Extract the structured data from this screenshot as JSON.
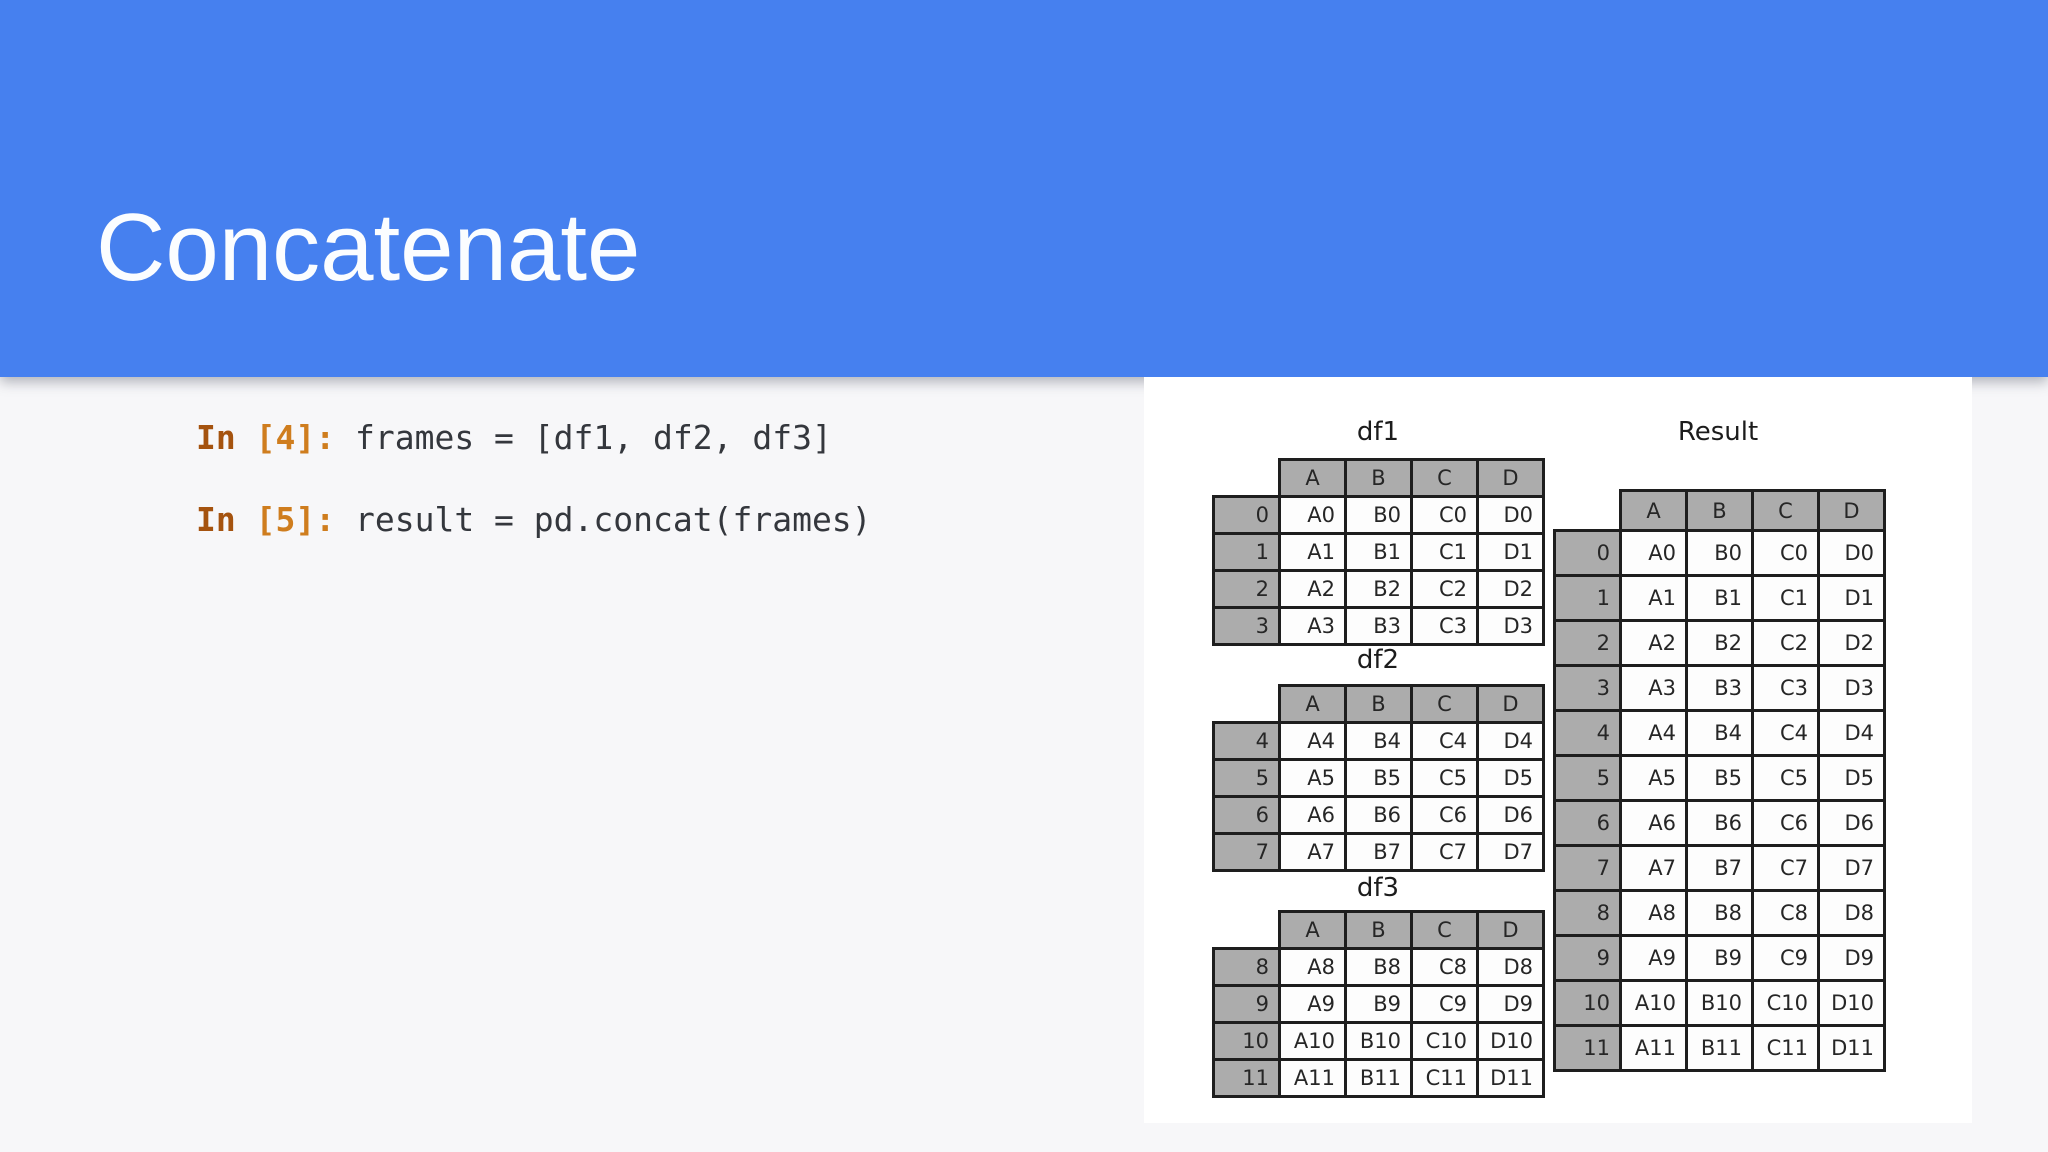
{
  "slide": {
    "title": "Concatenate"
  },
  "colors": {
    "header_band": "#4680ef",
    "prompt_in": "#a5530f",
    "prompt_bracket": "#cf7d1e",
    "table_gray": "#acacac"
  },
  "code": {
    "lines": [
      {
        "prompt_in": "In",
        "prompt_bracket": "[4]:",
        "source": "frames = [df1, df2, df3]"
      },
      {
        "prompt_in": "In",
        "prompt_bracket": "[5]:",
        "source": "result = pd.concat(frames)"
      }
    ]
  },
  "diagram": {
    "tables": [
      {
        "name": "df1",
        "columns": [
          "A",
          "B",
          "C",
          "D"
        ],
        "index": [
          "0",
          "1",
          "2",
          "3"
        ],
        "rows": [
          [
            "A0",
            "B0",
            "C0",
            "D0"
          ],
          [
            "A1",
            "B1",
            "C1",
            "D1"
          ],
          [
            "A2",
            "B2",
            "C2",
            "D2"
          ],
          [
            "A3",
            "B3",
            "C3",
            "D3"
          ]
        ]
      },
      {
        "name": "df2",
        "columns": [
          "A",
          "B",
          "C",
          "D"
        ],
        "index": [
          "4",
          "5",
          "6",
          "7"
        ],
        "rows": [
          [
            "A4",
            "B4",
            "C4",
            "D4"
          ],
          [
            "A5",
            "B5",
            "C5",
            "D5"
          ],
          [
            "A6",
            "B6",
            "C6",
            "D6"
          ],
          [
            "A7",
            "B7",
            "C7",
            "D7"
          ]
        ]
      },
      {
        "name": "df3",
        "columns": [
          "A",
          "B",
          "C",
          "D"
        ],
        "index": [
          "8",
          "9",
          "10",
          "11"
        ],
        "rows": [
          [
            "A8",
            "B8",
            "C8",
            "D8"
          ],
          [
            "A9",
            "B9",
            "C9",
            "D9"
          ],
          [
            "A10",
            "B10",
            "C10",
            "D10"
          ],
          [
            "A11",
            "B11",
            "C11",
            "D11"
          ]
        ]
      },
      {
        "name": "Result",
        "columns": [
          "A",
          "B",
          "C",
          "D"
        ],
        "index": [
          "0",
          "1",
          "2",
          "3",
          "4",
          "5",
          "6",
          "7",
          "8",
          "9",
          "10",
          "11"
        ],
        "rows": [
          [
            "A0",
            "B0",
            "C0",
            "D0"
          ],
          [
            "A1",
            "B1",
            "C1",
            "D1"
          ],
          [
            "A2",
            "B2",
            "C2",
            "D2"
          ],
          [
            "A3",
            "B3",
            "C3",
            "D3"
          ],
          [
            "A4",
            "B4",
            "C4",
            "D4"
          ],
          [
            "A5",
            "B5",
            "C5",
            "D5"
          ],
          [
            "A6",
            "B6",
            "C6",
            "D6"
          ],
          [
            "A7",
            "B7",
            "C7",
            "D7"
          ],
          [
            "A8",
            "B8",
            "C8",
            "D8"
          ],
          [
            "A9",
            "B9",
            "C9",
            "D9"
          ],
          [
            "A10",
            "B10",
            "C10",
            "D10"
          ],
          [
            "A11",
            "B11",
            "C11",
            "D11"
          ]
        ]
      }
    ]
  }
}
